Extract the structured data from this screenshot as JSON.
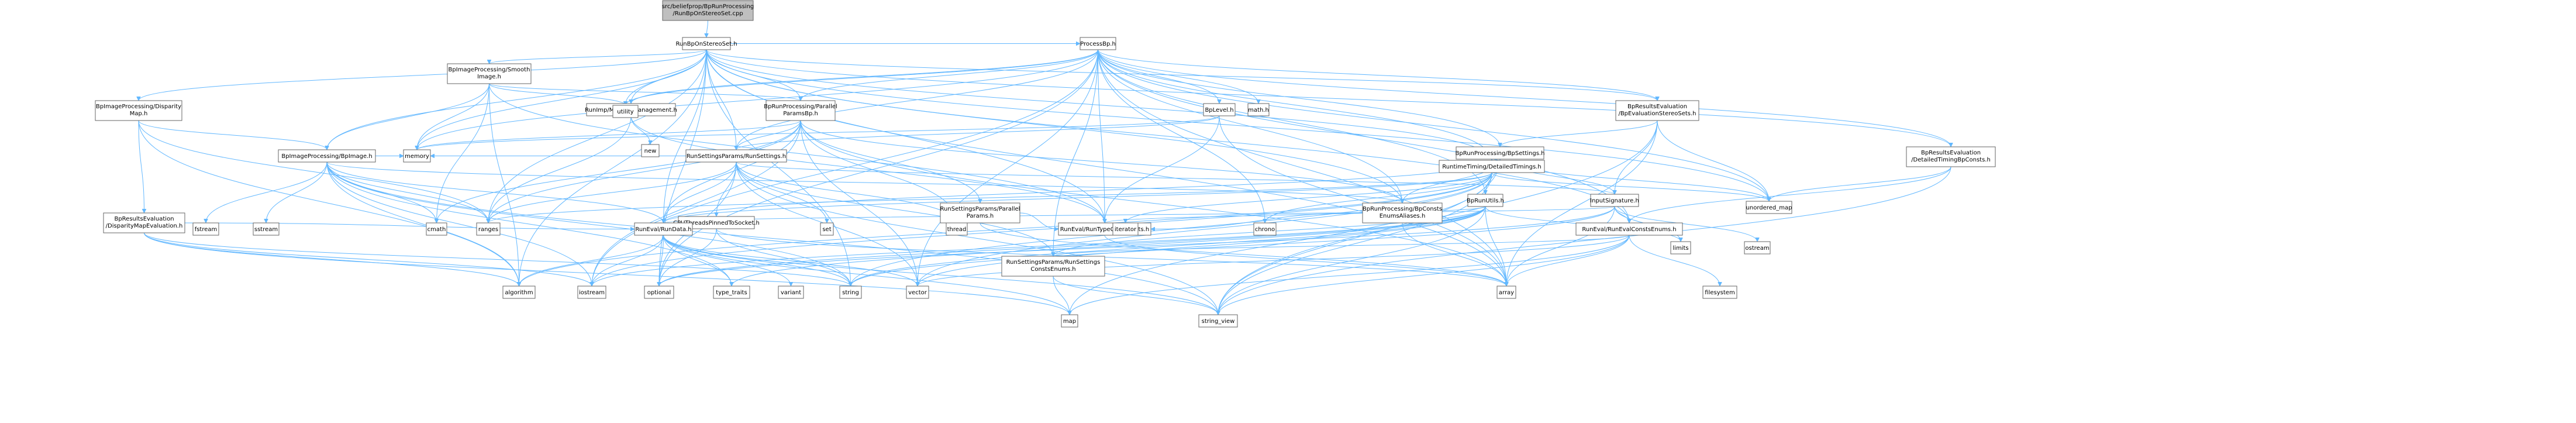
{
  "colors": {
    "background": "#ffffff",
    "root_fill": "#bfbfbf",
    "node_fill": "#ffffff",
    "node_stroke": "#666666",
    "incomplete_stroke": "#ff0000",
    "edge": "#63b8ff",
    "text": "#000000"
  },
  "root": "src/beliefprop/BpRunProcessing/RunBpOnStereoSet.cpp",
  "nodes": [
    {
      "id": "root",
      "lines": [
        "src/beliefprop/BpRunProcessing",
        "/RunBpOnStereoSet.cpp"
      ],
      "style": "root"
    },
    {
      "id": "runbp_h",
      "lines": [
        "RunBpOnStereoSet.h"
      ]
    },
    {
      "id": "processbp_h",
      "lines": [
        "ProcessBp.h"
      ]
    },
    {
      "id": "smooth_h",
      "lines": [
        "BpImageProcessing/Smooth",
        "Image.h"
      ]
    },
    {
      "id": "disparity_map_h",
      "lines": [
        "BpImageProcessing/Disparity",
        "Map.h"
      ]
    },
    {
      "id": "memorymgmt_h",
      "lines": [
        "RunImp/MemoryManagement.h"
      ]
    },
    {
      "id": "parallel_h",
      "lines": [
        "BpRunProcessing/Parallel",
        "ParamsBp.h"
      ]
    },
    {
      "id": "bplevel_h",
      "lines": [
        "BpLevel.h"
      ]
    },
    {
      "id": "runtimetiming_h",
      "lines": [
        "RuntimeTiming/DetailedTimings.h"
      ]
    },
    {
      "id": "bpeval_sets_h",
      "lines": [
        "BpResultsEvaluation",
        "/BpEvaluationStereoSets.h"
      ]
    },
    {
      "id": "bpeval_timing_h",
      "lines": [
        "BpResultsEvaluation",
        "/DetailedTimingBpConsts.h"
      ]
    },
    {
      "id": "bpimage_h",
      "lines": [
        "BpImageProcessing/BpImage.h"
      ]
    },
    {
      "id": "dispeval_h",
      "lines": [
        "BpResultsEvaluation",
        "/DisparityMapEvaluation.h"
      ],
      "style": "incomplete"
    },
    {
      "id": "runsettings_h",
      "lines": [
        "RunSettingsParams/RunSettings.h"
      ]
    },
    {
      "id": "bpsettings_h",
      "lines": [
        "BpRunProcessing/BpSettings.h"
      ]
    },
    {
      "id": "cputhreads_h",
      "lines": [
        "CPUThreadsPinnedToSocket.h"
      ],
      "style": "incomplete"
    },
    {
      "id": "parallelparams_h",
      "lines": [
        "RunSettingsParams/Parallel",
        "Params.h"
      ]
    },
    {
      "id": "bpconstsenum_h",
      "lines": [
        "BpRunProcessing/BpConsts",
        "EnumsAliases.h"
      ]
    },
    {
      "id": "bprunutils_h",
      "lines": [
        "BpRunUtils.h"
      ]
    },
    {
      "id": "inputsig_h",
      "lines": [
        "InputSignature.h"
      ]
    },
    {
      "id": "rundata_h",
      "lines": [
        "RunEval/RunData.h"
      ]
    },
    {
      "id": "runtypeconst_h",
      "lines": [
        "RunEval/RunTypeConstraints.h"
      ]
    },
    {
      "id": "runevalconst_h",
      "lines": [
        "RunEval/RunEvalConstsEnums.h"
      ]
    },
    {
      "id": "rsconstsenums_h",
      "lines": [
        "RunSettingsParams/RunSettings",
        "ConstsEnums.h"
      ]
    },
    {
      "id": "utility",
      "lines": [
        "utility"
      ]
    },
    {
      "id": "new",
      "lines": [
        "new"
      ]
    },
    {
      "id": "mathh",
      "lines": [
        "math.h"
      ]
    },
    {
      "id": "fstream",
      "lines": [
        "fstream"
      ]
    },
    {
      "id": "sstream",
      "lines": [
        "sstream"
      ]
    },
    {
      "id": "memory",
      "lines": [
        "memory"
      ]
    },
    {
      "id": "cmath",
      "lines": [
        "cmath"
      ]
    },
    {
      "id": "ranges",
      "lines": [
        "ranges"
      ]
    },
    {
      "id": "set",
      "lines": [
        "set"
      ]
    },
    {
      "id": "thread",
      "lines": [
        "thread"
      ]
    },
    {
      "id": "iterator",
      "lines": [
        "iterator"
      ]
    },
    {
      "id": "chrono",
      "lines": [
        "chrono"
      ]
    },
    {
      "id": "unordered_map",
      "lines": [
        "unordered_map"
      ]
    },
    {
      "id": "limits",
      "lines": [
        "limits"
      ]
    },
    {
      "id": "ostream",
      "lines": [
        "ostream"
      ]
    },
    {
      "id": "algorithm",
      "lines": [
        "algorithm"
      ]
    },
    {
      "id": "iostream",
      "lines": [
        "iostream"
      ]
    },
    {
      "id": "optional",
      "lines": [
        "optional"
      ]
    },
    {
      "id": "type_traits",
      "lines": [
        "type_traits"
      ]
    },
    {
      "id": "variant",
      "lines": [
        "variant"
      ]
    },
    {
      "id": "string",
      "lines": [
        "string"
      ]
    },
    {
      "id": "vector",
      "lines": [
        "vector"
      ]
    },
    {
      "id": "array",
      "lines": [
        "array"
      ]
    },
    {
      "id": "filesystem",
      "lines": [
        "filesystem"
      ]
    },
    {
      "id": "map",
      "lines": [
        "map"
      ]
    },
    {
      "id": "string_view",
      "lines": [
        "string_view"
      ]
    }
  ],
  "edges": [
    [
      "root",
      "runbp_h"
    ],
    [
      "runbp_h",
      "processbp_h"
    ],
    [
      "runbp_h",
      "smooth_h"
    ],
    [
      "runbp_h",
      "disparity_map_h"
    ],
    [
      "runbp_h",
      "memorymgmt_h"
    ],
    [
      "runbp_h",
      "parallel_h"
    ],
    [
      "runbp_h",
      "runtimetiming_h"
    ],
    [
      "runbp_h",
      "bpeval_sets_h"
    ],
    [
      "runbp_h",
      "bpeval_timing_h"
    ],
    [
      "runbp_h",
      "bpimage_h"
    ],
    [
      "runbp_h",
      "runsettings_h"
    ],
    [
      "runbp_h",
      "bpconstsenum_h"
    ],
    [
      "runbp_h",
      "rundata_h"
    ],
    [
      "runbp_h",
      "runtypeconst_h"
    ],
    [
      "runbp_h",
      "runevalconst_h"
    ],
    [
      "runbp_h",
      "memory"
    ],
    [
      "runbp_h",
      "ranges"
    ],
    [
      "runbp_h",
      "array"
    ],
    [
      "runbp_h",
      "algorithm"
    ],
    [
      "runbp_h",
      "optional"
    ],
    [
      "runbp_h",
      "string"
    ],
    [
      "runbp_h",
      "unordered_map"
    ],
    [
      "runbp_h",
      "utility"
    ],
    [
      "processbp_h",
      "parallel_h"
    ],
    [
      "processbp_h",
      "bplevel_h"
    ],
    [
      "processbp_h",
      "runtimetiming_h"
    ],
    [
      "processbp_h",
      "bpsettings_h"
    ],
    [
      "processbp_h",
      "bprunutils_h"
    ],
    [
      "processbp_h",
      "bpconstsenum_h"
    ],
    [
      "processbp_h",
      "runsettings_h"
    ],
    [
      "processbp_h",
      "memorymgmt_h"
    ],
    [
      "processbp_h",
      "bpeval_sets_h"
    ],
    [
      "processbp_h",
      "bpeval_timing_h"
    ],
    [
      "processbp_h",
      "runevalconst_h"
    ],
    [
      "processbp_h",
      "runtypeconst_h"
    ],
    [
      "processbp_h",
      "rsconstsenums_h"
    ],
    [
      "processbp_h",
      "utility"
    ],
    [
      "processbp_h",
      "mathh"
    ],
    [
      "processbp_h",
      "memory"
    ],
    [
      "processbp_h",
      "chrono"
    ],
    [
      "processbp_h",
      "unordered_map"
    ],
    [
      "processbp_h",
      "vector"
    ],
    [
      "processbp_h",
      "array"
    ],
    [
      "processbp_h",
      "optional"
    ],
    [
      "processbp_h",
      "iostream"
    ],
    [
      "smooth_h",
      "bpimage_h"
    ],
    [
      "smooth_h",
      "parallel_h"
    ],
    [
      "smooth_h",
      "memory"
    ],
    [
      "smooth_h",
      "utility"
    ],
    [
      "smooth_h",
      "cmath"
    ],
    [
      "smooth_h",
      "algorithm"
    ],
    [
      "smooth_h",
      "runtypeconst_h"
    ],
    [
      "disparity_map_h",
      "bpimage_h"
    ],
    [
      "disparity_map_h",
      "dispeval_h"
    ],
    [
      "disparity_map_h",
      "ranges"
    ],
    [
      "disparity_map_h",
      "algorithm"
    ],
    [
      "memorymgmt_h",
      "new"
    ],
    [
      "memorymgmt_h",
      "ranges"
    ],
    [
      "memorymgmt_h",
      "runtypeconst_h"
    ],
    [
      "parallel_h",
      "runsettings_h"
    ],
    [
      "parallel_h",
      "parallelparams_h"
    ],
    [
      "parallel_h",
      "bpconstsenum_h"
    ],
    [
      "parallel_h",
      "rundata_h"
    ],
    [
      "parallel_h",
      "cmath"
    ],
    [
      "parallel_h",
      "thread"
    ],
    [
      "parallel_h",
      "ranges"
    ],
    [
      "parallel_h",
      "array"
    ],
    [
      "parallel_h",
      "vector"
    ],
    [
      "parallel_h",
      "iostream"
    ],
    [
      "parallel_h",
      "memory"
    ],
    [
      "bplevel_h",
      "runsettings_h"
    ],
    [
      "bplevel_h",
      "runtypeconst_h"
    ],
    [
      "bplevel_h",
      "array"
    ],
    [
      "bplevel_h",
      "memory"
    ],
    [
      "runtimetiming_h",
      "rundata_h"
    ],
    [
      "runtimetiming_h",
      "iterator"
    ],
    [
      "runtimetiming_h",
      "chrono"
    ],
    [
      "runtimetiming_h",
      "unordered_map"
    ],
    [
      "runtimetiming_h",
      "ranges"
    ],
    [
      "runtimetiming_h",
      "vector"
    ],
    [
      "runtimetiming_h",
      "string"
    ],
    [
      "runtimetiming_h",
      "string_view"
    ],
    [
      "runtimetiming_h",
      "map"
    ],
    [
      "runtimetiming_h",
      "algorithm"
    ],
    [
      "runtimetiming_h",
      "iostream"
    ],
    [
      "bpeval_sets_h",
      "bpsettings_h"
    ],
    [
      "bpeval_sets_h",
      "inputsig_h"
    ],
    [
      "bpeval_sets_h",
      "string_view"
    ],
    [
      "bpeval_sets_h",
      "array"
    ],
    [
      "bpeval_sets_h",
      "unordered_map"
    ],
    [
      "bpeval_timing_h",
      "runevalconst_h"
    ],
    [
      "bpeval_timing_h",
      "unordered_map"
    ],
    [
      "bpeval_timing_h",
      "string_view"
    ],
    [
      "bpimage_h",
      "bpconstsenum_h"
    ],
    [
      "bpimage_h",
      "rundata_h"
    ],
    [
      "bpimage_h",
      "fstream"
    ],
    [
      "bpimage_h",
      "sstream"
    ],
    [
      "bpimage_h",
      "memory"
    ],
    [
      "bpimage_h",
      "cmath"
    ],
    [
      "bpimage_h",
      "ranges"
    ],
    [
      "bpimage_h",
      "algorithm"
    ],
    [
      "bpimage_h",
      "iostream"
    ],
    [
      "bpimage_h",
      "string"
    ],
    [
      "bpimage_h",
      "string_view"
    ],
    [
      "bpimage_h",
      "type_traits"
    ],
    [
      "dispeval_h",
      "rundata_h"
    ],
    [
      "dispeval_h",
      "map"
    ],
    [
      "dispeval_h",
      "iostream"
    ],
    [
      "dispeval_h",
      "string"
    ],
    [
      "dispeval_h",
      "algorithm"
    ],
    [
      "runsettings_h",
      "cputhreads_h"
    ],
    [
      "runsettings_h",
      "rsconstsenums_h"
    ],
    [
      "runsettings_h",
      "inputsig_h"
    ],
    [
      "runsettings_h",
      "rundata_h"
    ],
    [
      "runsettings_h",
      "set"
    ],
    [
      "runsettings_h",
      "thread"
    ],
    [
      "runsettings_h",
      "ranges"
    ],
    [
      "runsettings_h",
      "memory"
    ],
    [
      "runsettings_h",
      "optional"
    ],
    [
      "runsettings_h",
      "vector"
    ],
    [
      "runsettings_h",
      "string_view"
    ],
    [
      "bpsettings_h",
      "bpconstsenum_h"
    ],
    [
      "bpsettings_h",
      "bprunutils_h"
    ],
    [
      "bpsettings_h",
      "inputsig_h"
    ],
    [
      "bpsettings_h",
      "rundata_h"
    ],
    [
      "bpsettings_h",
      "string_view"
    ],
    [
      "bpsettings_h",
      "unordered_map"
    ],
    [
      "cputhreads_h",
      "rundata_h"
    ],
    [
      "cputhreads_h",
      "string"
    ],
    [
      "cputhreads_h",
      "array"
    ],
    [
      "cputhreads_h",
      "optional"
    ],
    [
      "parallelparams_h",
      "runtypeconst_h"
    ],
    [
      "parallelparams_h",
      "array"
    ],
    [
      "bpconstsenum_h",
      "runtypeconst_h"
    ],
    [
      "bpconstsenum_h",
      "array"
    ],
    [
      "bprunutils_h",
      "runtypeconst_h"
    ],
    [
      "bprunutils_h",
      "rsconstsenums_h"
    ],
    [
      "bprunutils_h",
      "limits"
    ],
    [
      "bprunutils_h",
      "array"
    ],
    [
      "bprunutils_h",
      "vector"
    ],
    [
      "bprunutils_h",
      "string"
    ],
    [
      "bprunutils_h",
      "string_view"
    ],
    [
      "bprunutils_h",
      "optional"
    ],
    [
      "bprunutils_h",
      "iostream"
    ],
    [
      "bprunutils_h",
      "type_traits"
    ],
    [
      "inputsig_h",
      "runevalconst_h"
    ],
    [
      "inputsig_h",
      "limits"
    ],
    [
      "inputsig_h",
      "ostream"
    ],
    [
      "inputsig_h",
      "array"
    ],
    [
      "inputsig_h",
      "string"
    ],
    [
      "inputsig_h",
      "optional"
    ],
    [
      "inputsig_h",
      "rundata_h"
    ],
    [
      "rundata_h",
      "algorithm"
    ],
    [
      "rundata_h",
      "iostream"
    ],
    [
      "rundata_h",
      "optional"
    ],
    [
      "rundata_h",
      "type_traits"
    ],
    [
      "rundata_h",
      "variant"
    ],
    [
      "rundata_h",
      "string"
    ],
    [
      "rundata_h",
      "vector"
    ],
    [
      "rundata_h",
      "map"
    ],
    [
      "rundata_h",
      "string_view"
    ],
    [
      "runtypeconst_h",
      "array"
    ],
    [
      "runevalconst_h",
      "filesystem"
    ],
    [
      "runevalconst_h",
      "array"
    ],
    [
      "runevalconst_h",
      "string_view"
    ],
    [
      "runevalconst_h",
      "map"
    ],
    [
      "runevalconst_h",
      "vector"
    ],
    [
      "runevalconst_h",
      "rsconstsenums_h"
    ],
    [
      "rsconstsenums_h",
      "string_view"
    ],
    [
      "rsconstsenums_h",
      "map"
    ]
  ]
}
